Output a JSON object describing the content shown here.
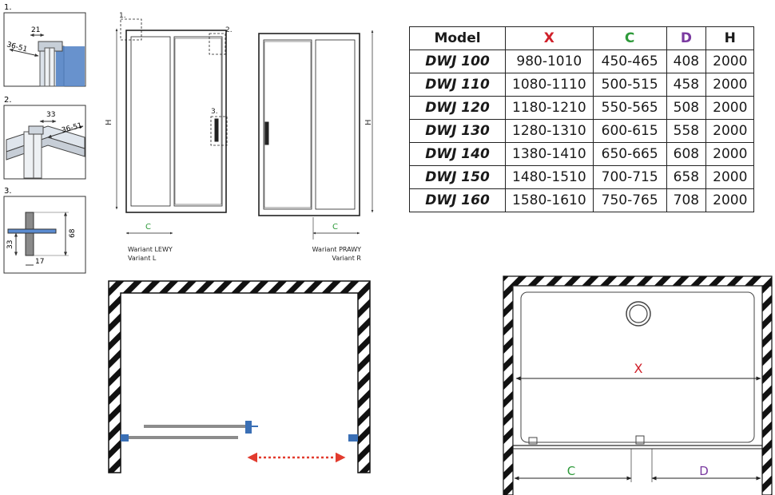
{
  "colors": {
    "x": "#d0202a",
    "c": "#2e9a3a",
    "d": "#7a3aa0",
    "accent_blue": "#3a6fb5",
    "arrow_red": "#e23b2e",
    "line": "#222222"
  },
  "details": [
    {
      "number": "1.",
      "dims": [
        "21",
        "36-51"
      ]
    },
    {
      "number": "2.",
      "dims": [
        "33",
        "36-51"
      ]
    },
    {
      "number": "3.",
      "dims": [
        "33",
        "68",
        "17"
      ]
    }
  ],
  "elevations": {
    "callouts": [
      "1.",
      "2.",
      "3."
    ],
    "height_label": "H",
    "width_label": "C",
    "left": {
      "line1": "Wariant LEWY",
      "line2": "Variant L"
    },
    "right": {
      "line1": "Wariant PRAWY",
      "line2": "Variant R"
    }
  },
  "table": {
    "headers": [
      "Model",
      "X",
      "C",
      "D",
      "H"
    ],
    "rows": [
      [
        "DWJ 100",
        "980-1010",
        "450-465",
        "408",
        "2000"
      ],
      [
        "DWJ 110",
        "1080-1110",
        "500-515",
        "458",
        "2000"
      ],
      [
        "DWJ 120",
        "1180-1210",
        "550-565",
        "508",
        "2000"
      ],
      [
        "DWJ 130",
        "1280-1310",
        "600-615",
        "558",
        "2000"
      ],
      [
        "DWJ 140",
        "1380-1410",
        "650-665",
        "608",
        "2000"
      ],
      [
        "DWJ 150",
        "1480-1510",
        "700-715",
        "658",
        "2000"
      ],
      [
        "DWJ 160",
        "1580-1610",
        "750-765",
        "708",
        "2000"
      ]
    ]
  },
  "plan_views": {
    "x_label": "X",
    "c_label": "C",
    "d_label": "D"
  }
}
